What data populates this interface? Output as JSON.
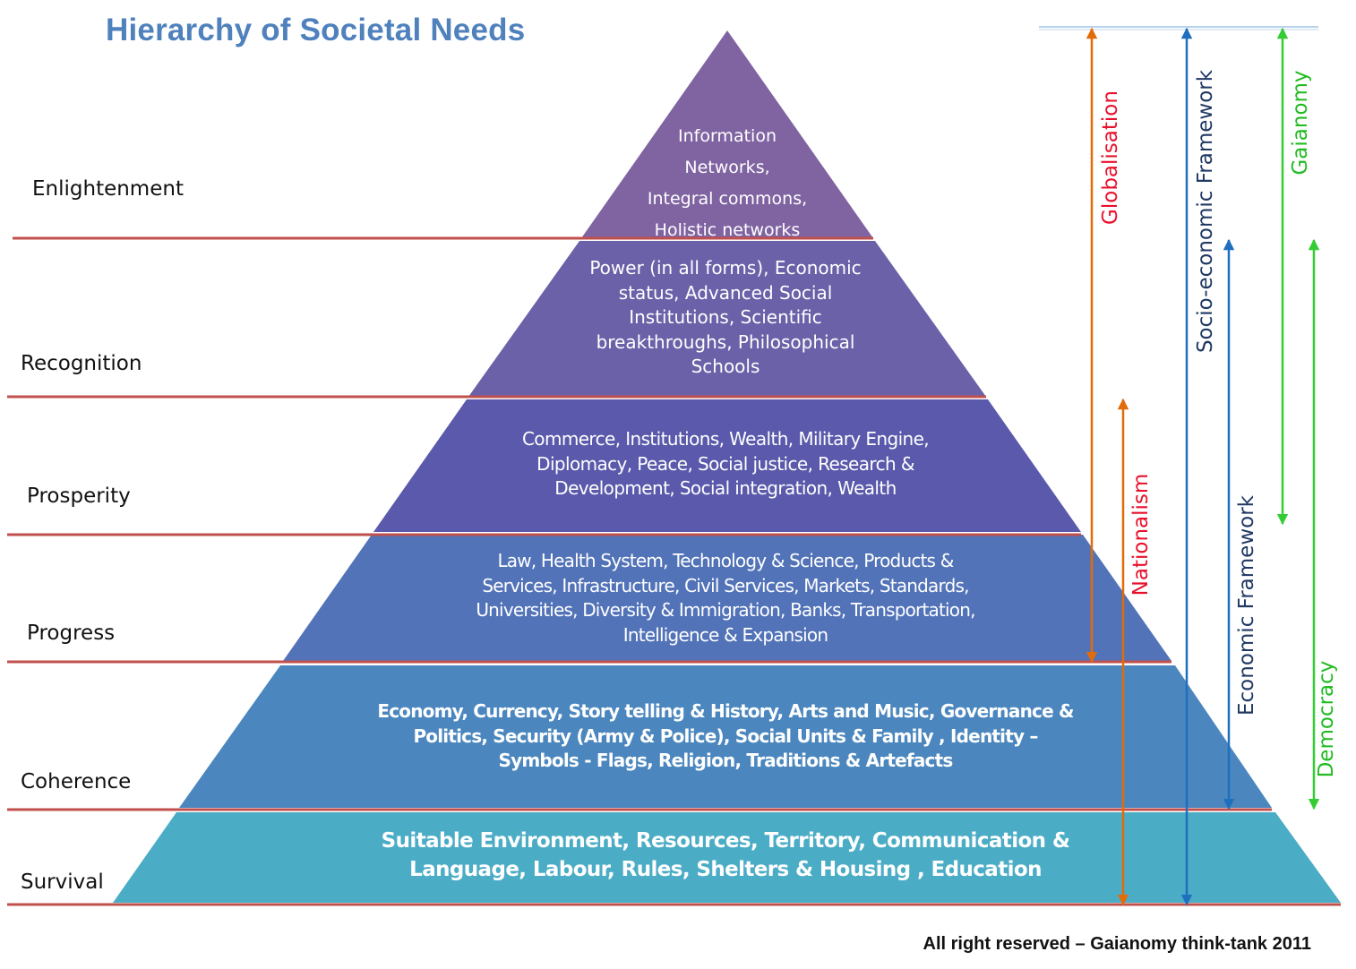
{
  "title": "Hierarchy of Societal Needs",
  "levels": [
    {
      "label": "Enlightenment"
    },
    {
      "label": "Recognition"
    },
    {
      "label": "Prosperity"
    },
    {
      "label": "Progress"
    },
    {
      "label": "Coherence"
    },
    {
      "label": "Survival"
    }
  ],
  "tiers": [
    {
      "color": "#8064a2",
      "lines": [
        "Information",
        "Networks,",
        "Integral commons,",
        "Holistic networks"
      ]
    },
    {
      "color": "#6b61a8",
      "lines": [
        "Power (in all forms), Economic",
        "status, Advanced Social",
        "Institutions, Scientific",
        "breakthroughs, Philosophical",
        "Schools"
      ]
    },
    {
      "color": "#5a59ab",
      "lines": [
        "Commerce, Institutions, Wealth, Military Engine,",
        "Diplomacy, Peace, Social justice, Research &",
        "Development, Social integration, Wealth"
      ]
    },
    {
      "color": "#5273b8",
      "lines": [
        "Law, Health System, Technology & Science, Products &",
        "Services, Infrastructure, Civil Services, Markets, Standards,",
        "Universities, Diversity & Immigration,  Banks, Transportation,",
        "Intelligence & Expansion"
      ]
    },
    {
      "color": "#4b87be",
      "lines": [
        "Economy, Currency, Story telling & History, Arts and Music, Governance &",
        "Politics, Security (Army & Police), Social Units & Family , Identity –",
        "Symbols  - Flags, Religion, Traditions  & Artefacts"
      ]
    },
    {
      "color": "#4bacc6",
      "lines": [
        "Suitable  Environment,  Resources,  Territory, Communication &",
        "Language,  Labour,  Rules, Shelters & Housing , Education"
      ]
    }
  ],
  "arrows": [
    {
      "label": "Globalisation",
      "color": "#e36c0a",
      "text_color": "#e8112d"
    },
    {
      "label": "Nationalism",
      "color": "#e36c0a",
      "text_color": "#e8112d"
    },
    {
      "label": "Socio-economic  Framework",
      "color": "#1f6fbf",
      "text_color": "#1f3864"
    },
    {
      "label": "Economic Framework",
      "color": "#1f6fbf",
      "text_color": "#1f3864"
    },
    {
      "label": "Gaianomy",
      "color": "#33cc33",
      "text_color": "#22bb22"
    },
    {
      "label": "Democracy",
      "color": "#33cc33",
      "text_color": "#22bb22"
    }
  ],
  "colors": {
    "divider": "#c0504d",
    "title": "#4f81bd"
  },
  "footer": "All right reserved – Gaianomy think-tank 2011"
}
